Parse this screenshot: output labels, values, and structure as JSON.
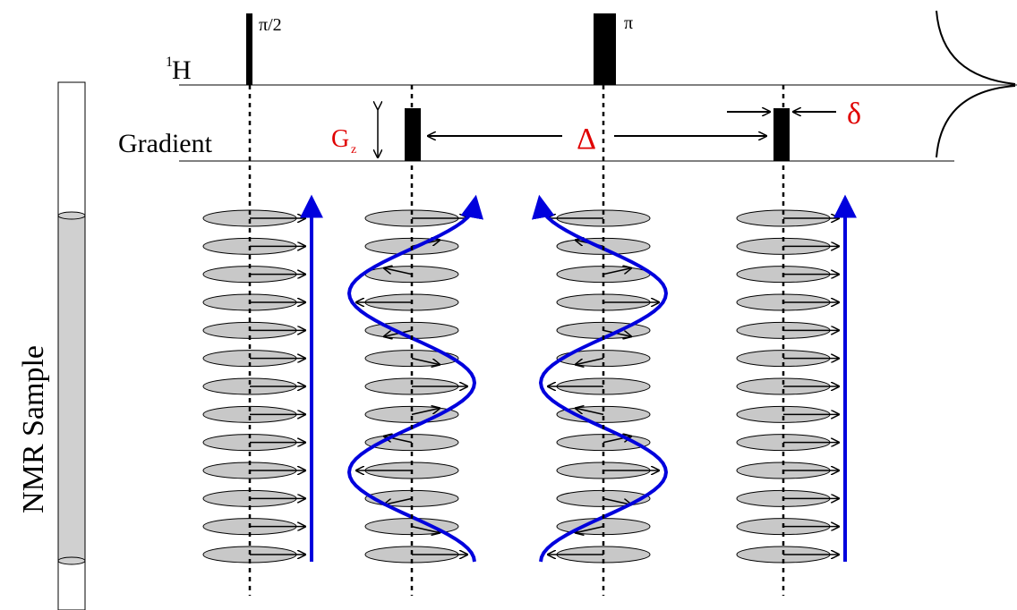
{
  "sequence": {
    "channel_h_label": "H",
    "channel_h_superscript": "1",
    "gradient_label": "Gradient",
    "pulse_90_label": "π/2",
    "pulse_180_label": "π",
    "gz_label": "G",
    "gz_subscript": "z",
    "delta_big_label": "Δ",
    "delta_small_label": "δ"
  },
  "sample": {
    "label": "NMR Sample"
  },
  "colors": {
    "ink": "#000000",
    "highlight": "#e00000",
    "magnetization": "#0000dd",
    "disc_fill": "#c8c8c8",
    "tube_fill": "#d0d0d0"
  },
  "columns": [
    {
      "stage": "after-90-pulse",
      "phase_pattern": "aligned"
    },
    {
      "stage": "after-first-gradient",
      "phase_pattern": "helix"
    },
    {
      "stage": "after-180-pulse",
      "phase_pattern": "inverted-helix"
    },
    {
      "stage": "after-second-gradient",
      "phase_pattern": "refocused"
    }
  ],
  "disc_count": 13
}
